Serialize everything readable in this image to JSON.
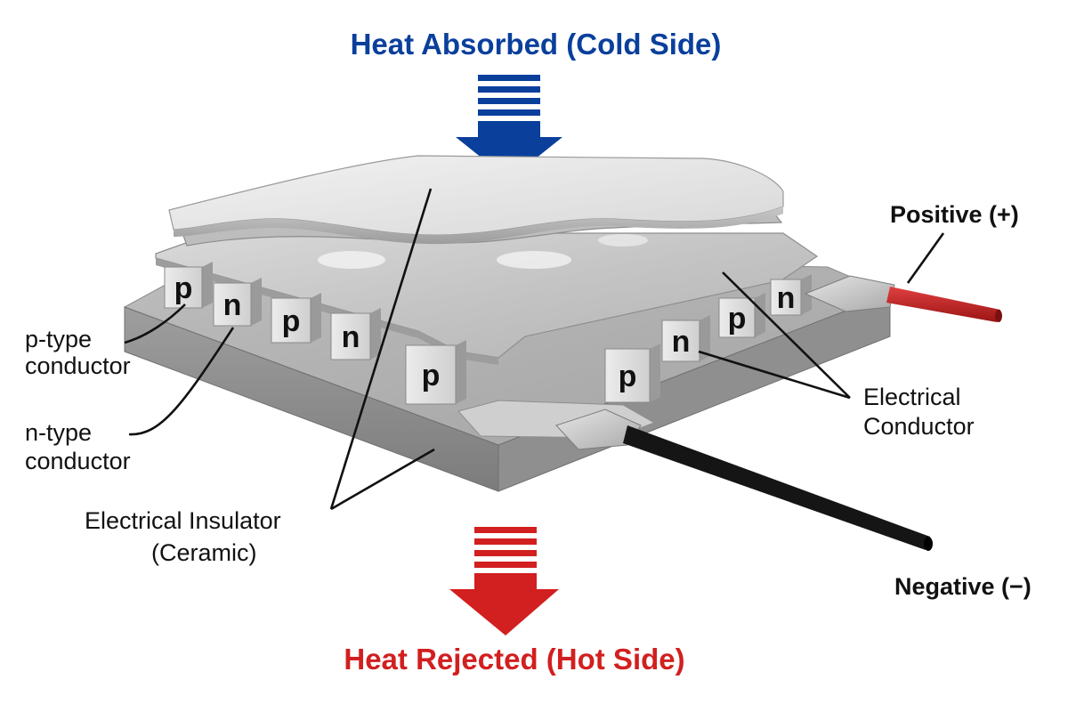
{
  "heat_absorbed": {
    "label": "Heat Absorbed (Cold Side)",
    "color": "#0a3f9c"
  },
  "heat_rejected": {
    "label": "Heat Rejected (Hot Side)",
    "color": "#d21f1f"
  },
  "labels": {
    "positive": "Positive (+)",
    "negative": "Negative (−)",
    "p_type_line1": "p-type",
    "p_type_line2": "conductor",
    "n_type_line1": "n-type",
    "n_type_line2": "conductor",
    "insulator_line1": "Electrical Insulator",
    "insulator_line2": "(Ceramic)",
    "conductor_line1": "Electrical",
    "conductor_line2": "Conductor"
  },
  "pellets": {
    "back_left": [
      "p",
      "n",
      "p",
      "n"
    ],
    "front_center": [
      "p"
    ],
    "back_right": [
      "n",
      "p",
      "n"
    ],
    "front_right": [
      "p",
      "n"
    ]
  },
  "wires": {
    "positive_color": "#c41c1c",
    "negative_color": "#151515"
  }
}
